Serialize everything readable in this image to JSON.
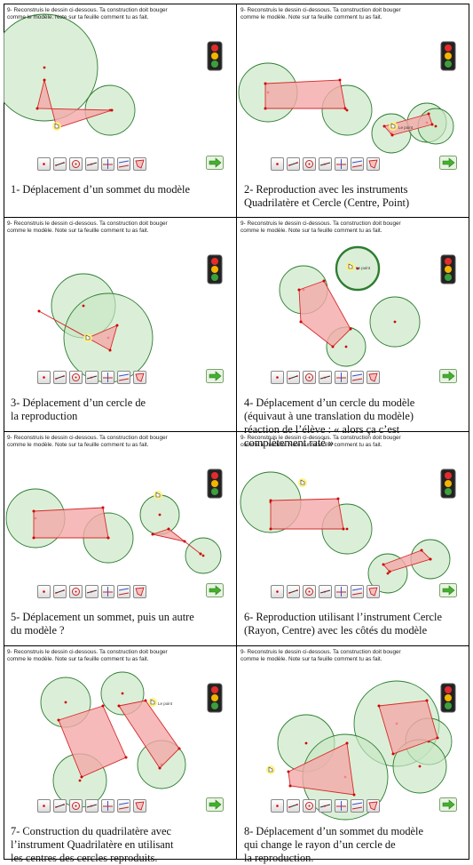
{
  "instruction": [
    "9- Reconstruis le dessin ci-dessous. Ta construction doit bouger",
    "comme le modèle. Note sur ta feuille comment tu as fait."
  ],
  "cursor_label": "Le point",
  "tools": [
    "point-tool-icon",
    "segment-tool-icon",
    "circle-tool-icon",
    "line-tool-icon",
    "perpendicular-tool-icon",
    "parallel-tool-icon",
    "quadrilateral-tool-icon"
  ],
  "colors": {
    "circle_fill": "#c8e6c3",
    "circle_stroke": "#2e7d32",
    "shape_fill": "#f4a9a9",
    "shape_stroke": "#d62b2b",
    "point": "#d00000",
    "cursor": "#fff27a"
  },
  "panels": [
    {
      "caption": [
        "1- Déplacement d’un sommet du modèle"
      ]
    },
    {
      "caption": [
        "2- Reproduction avec les instruments",
        "Quadrilatère et Cercle (Centre, Point)"
      ]
    },
    {
      "caption": [
        "3- Déplacement d’un cercle de",
        "la reproduction"
      ]
    },
    {
      "caption": [
        "4- Déplacement d’un cercle du modèle",
        "(équivaut à une translation du modèle)",
        "réaction de l’élève : « alors ça c’est",
        "complètement raté »"
      ]
    },
    {
      "caption": [
        "5- Déplacement un sommet, puis un autre",
        "du modèle ?"
      ]
    },
    {
      "caption": [
        "6- Reproduction utilisant l’instrument Cercle",
        "(Rayon, Centre) avec les côtés du modèle"
      ]
    },
    {
      "caption": [
        "7- Construction du quadrilatère avec",
        "l’instrument Quadrilatère en utilisant",
        "les centres des cercles reproduits."
      ]
    },
    {
      "caption": [
        "8- Déplacement d’un sommet du modèle",
        "qui change le rayon d’un cercle de",
        "la reproduction."
      ]
    }
  ]
}
